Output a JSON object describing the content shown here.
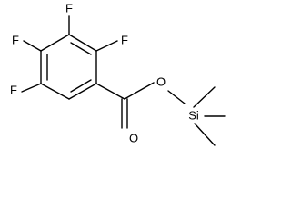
{
  "molecule": {
    "atoms": {
      "f_top": "F",
      "f_right": "F",
      "f_left": "F",
      "f_bottom": "F",
      "o_carbonyl": "O",
      "o_ester": "O",
      "si": "Si"
    }
  }
}
